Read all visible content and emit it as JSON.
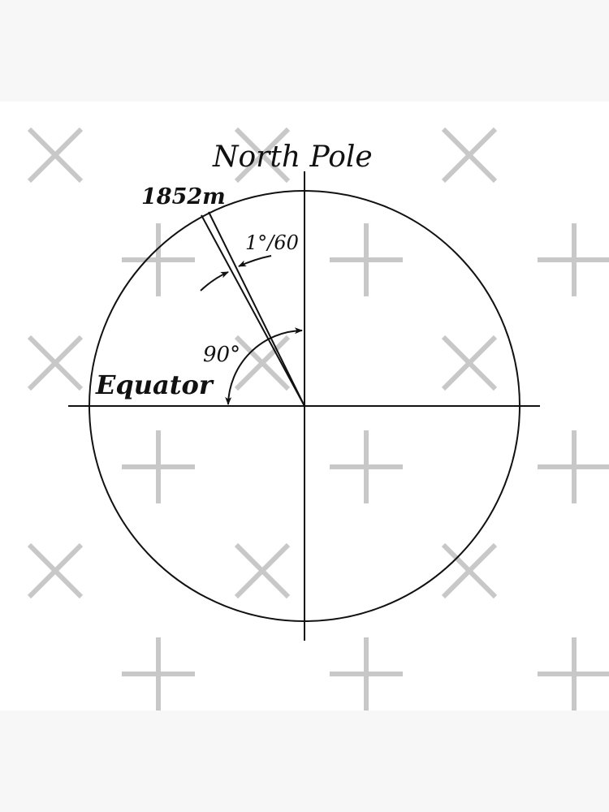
{
  "labels": {
    "north_pole": "North Pole",
    "equator": "Equator",
    "arc_length": "1852m",
    "small_angle": "1°/60",
    "right_angle": "90°"
  },
  "colors": {
    "ink": "#111111",
    "watermark": "#c8c8c8",
    "panel": "#ffffff",
    "band": "#f7f7f7"
  },
  "watermark": {
    "icons": [
      "cross-x-icon",
      "plus-icon"
    ]
  }
}
